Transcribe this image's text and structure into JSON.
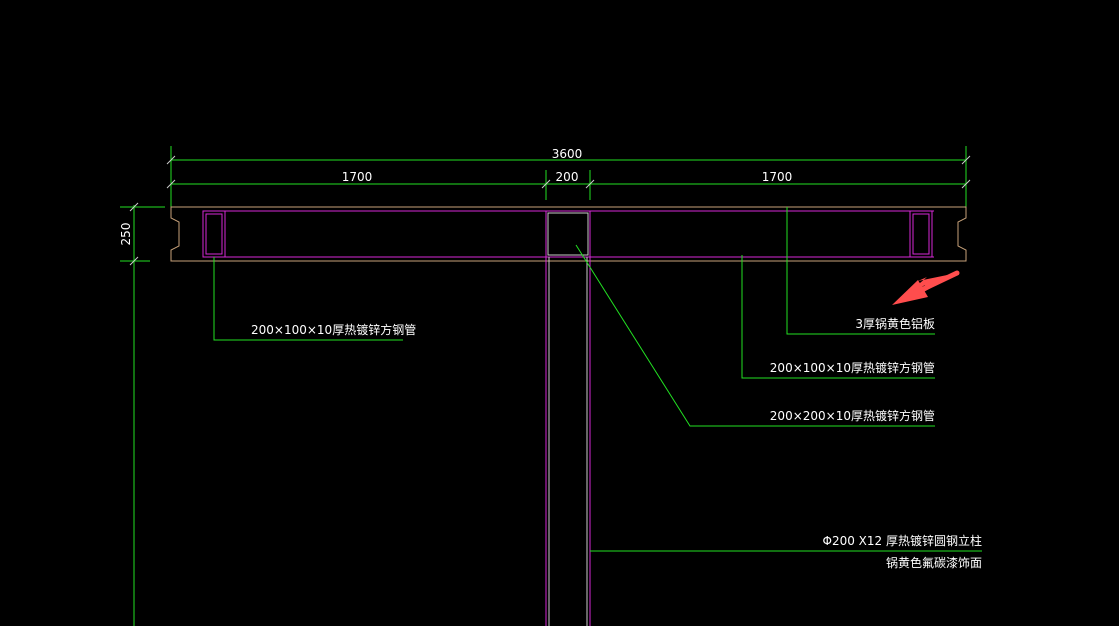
{
  "dimensions": {
    "overall": "3600",
    "left_span": "1700",
    "center_span": "200",
    "right_span": "1700",
    "height": "250"
  },
  "labels": {
    "left_tube": "200×100×10厚热镀锌方钢管",
    "aluminum_panel": "3厚锅黄色铝板",
    "right_tube": "200×100×10厚热镀锌方钢管",
    "center_tube": "200×200×10厚热镀锌方钢管",
    "column_line1": "Φ200 X12 厚热镀锌圆钢立柱",
    "column_line2": "锅黄色氟碳漆饰面"
  },
  "colors": {
    "background": "#000000",
    "dimension_line": "#22e022",
    "steel_outline": "#d629d6",
    "panel_outline": "#c9a27a",
    "text": "#ffffff",
    "arrow": "#ff4d4d"
  },
  "annotation_arrow": "red-pointer-arrow"
}
